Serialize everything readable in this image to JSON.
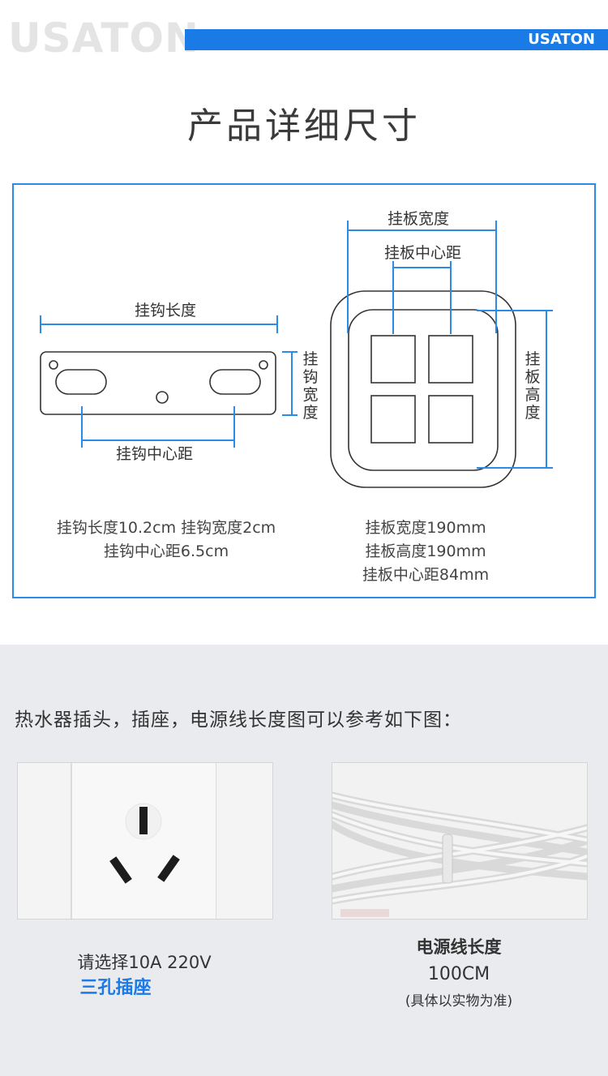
{
  "header": {
    "brand_watermark": "USATON",
    "brand_bar": "USATON",
    "title": "产品详细尺寸"
  },
  "diagram": {
    "hook_length_label": "挂钩长度",
    "hook_width_label": "挂钩宽度",
    "hook_center_label": "挂钩中心距",
    "plate_width_label": "挂板宽度",
    "plate_center_label": "挂板中心距",
    "plate_height_label": "挂板高度",
    "hook_spec_line1": "挂钩长度10.2cm  挂钩宽度2cm",
    "hook_spec_line2": "挂钩中心距6.5cm",
    "plate_spec_line1": "挂板宽度190mm",
    "plate_spec_line2": "挂板高度190mm",
    "plate_spec_line3": "挂板中心距84mm",
    "line_color": "#2a8be8"
  },
  "power": {
    "notice": "热水器插头，插座，电源线长度图可以参考如下图：",
    "socket_caption_line1": "请选择10A 220V",
    "socket_caption_line2": "三孔插座",
    "cord_caption_title": "电源线长度",
    "cord_caption_length": "100CM",
    "cord_caption_note": "(具体以实物为准)",
    "accent_color": "#1a7ae6"
  }
}
